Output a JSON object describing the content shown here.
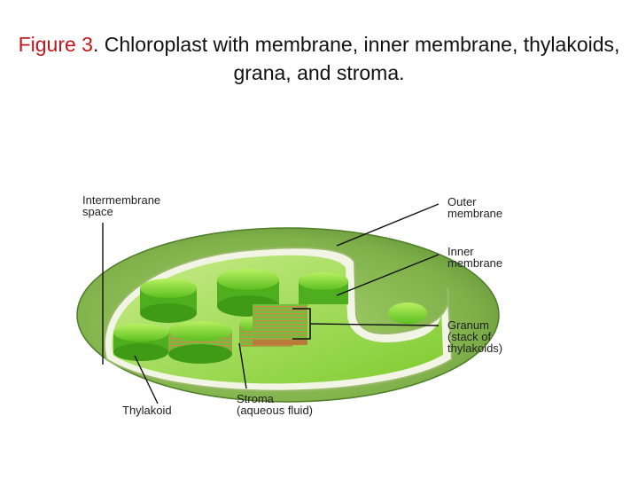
{
  "caption": {
    "figure_number": "Figure 3",
    "text": ".  Chloroplast with membrane, inner membrane, thylakoids, grana, and stroma."
  },
  "labels": {
    "intermembrane_1": "Intermembrane",
    "intermembrane_2": "space",
    "outer_1": "Outer",
    "outer_2": "membrane",
    "inner_1": "Inner",
    "inner_2": "membrane",
    "granum_1": "Granum",
    "granum_2": "(stack of",
    "granum_3": "thylakoids)",
    "stroma_1": "Stroma",
    "stroma_2": "(aqueous fluid)",
    "thylakoid": "Thylakoid"
  },
  "colors": {
    "caption_figure": "#c0161c",
    "outer_membrane": "#7fb04a",
    "stroma": "#8fd43a",
    "grana": "#5fc02a"
  }
}
